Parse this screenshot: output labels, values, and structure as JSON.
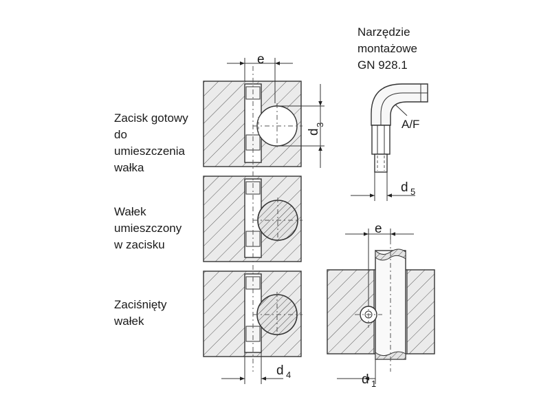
{
  "labels": {
    "state_ready": [
      "Zacisk gotowy",
      "do",
      "umieszczenia",
      "wałka"
    ],
    "state_inserted": [
      "Wałek",
      "umieszczony",
      "w zacisku"
    ],
    "state_clamped": [
      "Zaciśnięty",
      "wałek"
    ],
    "tool": [
      "Narzędzie",
      "montażowe",
      "GN 928.1"
    ],
    "af": "A/F"
  },
  "dimensions": {
    "e_top": "e",
    "e_right": "e",
    "d3": "d",
    "d3_sub": "3",
    "d4": "d",
    "d4_sub": "4",
    "d5": "d",
    "d5_sub": "5",
    "d1": "d",
    "d1_sub": "1"
  }
}
